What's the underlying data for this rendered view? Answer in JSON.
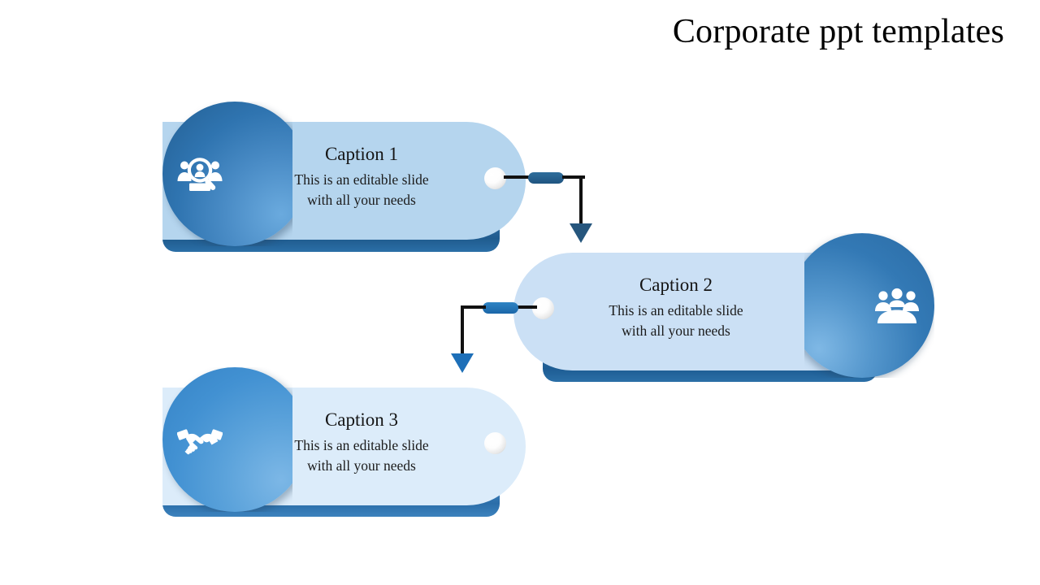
{
  "slide": {
    "title": "Corporate ppt templates",
    "background_color": "#ffffff"
  },
  "theme": {
    "accent_dark": "#1f5b8e",
    "accent_mid": "#2f74b0",
    "accent_light": "#5ca3db",
    "connector_dark": "#26567d",
    "connector_bright": "#1d6fb8",
    "text_color": "#151515"
  },
  "cards": [
    {
      "id": "card-1",
      "caption": "Caption 1",
      "description_line_1": "This is an editable slide",
      "description_line_2": "with all your needs",
      "icon_name": "people-search-icon",
      "icon_side": "left",
      "body_color": "#b5d5ee",
      "shadow_color": "#1f5b8e"
    },
    {
      "id": "card-2",
      "caption": "Caption 2",
      "description_line_1": "This is an editable slide",
      "description_line_2": "with all your needs",
      "icon_name": "people-group-icon",
      "icon_side": "right",
      "body_color": "#cbe0f5",
      "shadow_color": "#1d5c93"
    },
    {
      "id": "card-3",
      "caption": "Caption 3",
      "description_line_1": "This is an editable slide",
      "description_line_2": "with all your needs",
      "icon_name": "handshake-icon",
      "icon_side": "left",
      "body_color": "#dcecfa",
      "shadow_color": "#2b6ea9"
    }
  ],
  "connectors": [
    {
      "id": "connector-1",
      "from": "card-1",
      "to": "card-2",
      "direction": "right-then-down",
      "color": "#26567d"
    },
    {
      "id": "connector-2",
      "from": "card-2",
      "to": "card-3",
      "direction": "left-then-down",
      "color": "#1d6fb8"
    }
  ]
}
